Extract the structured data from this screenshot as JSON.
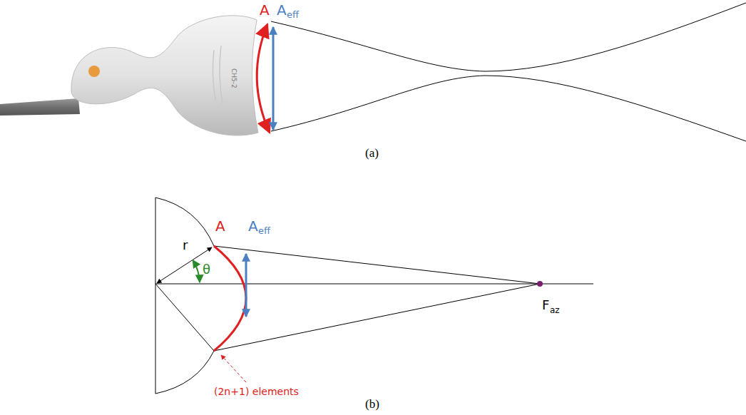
{
  "diagram": {
    "labels": [
      "A",
      "A",
      "eff",
      "CH5-2",
      "(a)",
      "A",
      "A",
      "eff",
      "r",
      "θ",
      "F",
      "az",
      "(2n+1) elements",
      "(b)"
    ]
  }
}
